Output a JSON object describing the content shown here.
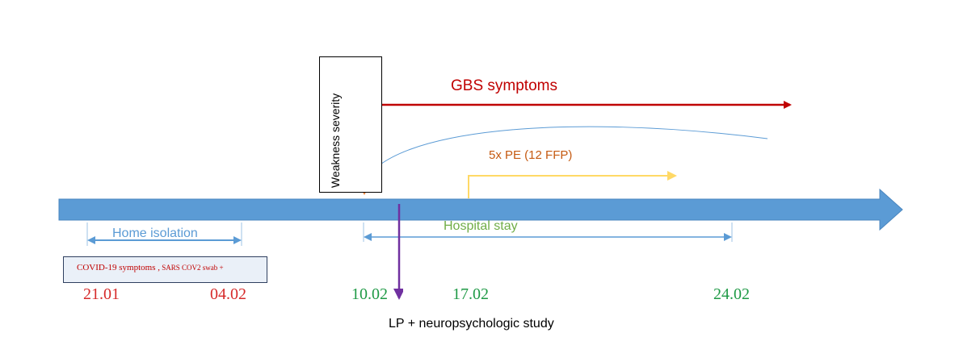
{
  "labels": {
    "gbs_symptoms": "GBS symptoms",
    "weakness_severity": "Weakness severity",
    "plasma_exchange": "5x PE (12 FFP)",
    "home_isolation": "Home isolation",
    "hospital_stay": "Hospital stay",
    "covid_symptoms": "COVID-19 symptoms ,",
    "covid_swab": " SARS COV2 swab +",
    "lp_study": "LP + neuropsychologic study"
  },
  "dates": [
    "21.01",
    "04.02",
    "10.02",
    "17.02",
    "24.02"
  ],
  "colors": {
    "timeline": "#5b9bd5",
    "gbs": "#c00000",
    "weakness_arrow": "#ed7d31",
    "plasma_exchange": "#ffd966",
    "lp_arrow": "#7030a0",
    "early_dates": "#d62a2a",
    "hospital_dates": "#1f9a46"
  }
}
